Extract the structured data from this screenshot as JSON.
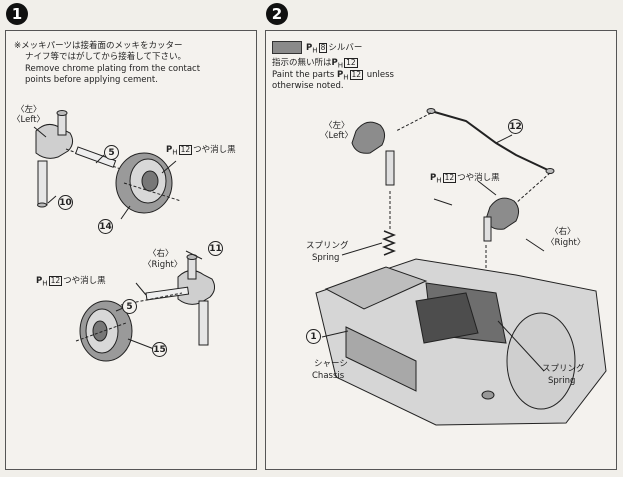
{
  "steps": {
    "step1": {
      "number": "1",
      "note_jp_1": "※メッキパーツは接着面のメッキをカッター",
      "note_jp_2": "ナイフ等ではがしてから接着して下さい。",
      "note_en_1": "Remove chrome plating from the contact",
      "note_en_2": "points before applying cement.",
      "left_jp": "〈左〉",
      "left_en": "〈Left〉",
      "right_jp": "〈右〉",
      "right_en": "〈Right〉",
      "paint_prefix": "P",
      "paint_sub": "H",
      "paint_code": "12",
      "paint_label": "つや消し黒",
      "parts": [
        "5",
        "10",
        "14",
        "11",
        "5",
        "15"
      ]
    },
    "step2": {
      "number": "2",
      "legend_prefix": "P",
      "legend_sub": "H",
      "legend_code": "8",
      "legend_label": "シルバー",
      "note_jp": "指示の無い所は",
      "note_en_1": "Paint the parts",
      "note_en_2": "unless",
      "note_en_3": "otherwise noted.",
      "paint_prefix": "P",
      "paint_sub": "H",
      "paint_code": "12",
      "paint_label": "つや消し黒",
      "left_jp": "〈左〉",
      "left_en": "〈Left〉",
      "right_jp": "〈右〉",
      "right_en": "〈Right〉",
      "spring_jp": "スプリング",
      "spring_en": "Spring",
      "chassis_jp": "シャーシ",
      "chassis_en": "Chassis",
      "parts": [
        "12",
        "1"
      ]
    }
  },
  "colors": {
    "silver_swatch": "#8a8a8a",
    "line": "#222222"
  }
}
